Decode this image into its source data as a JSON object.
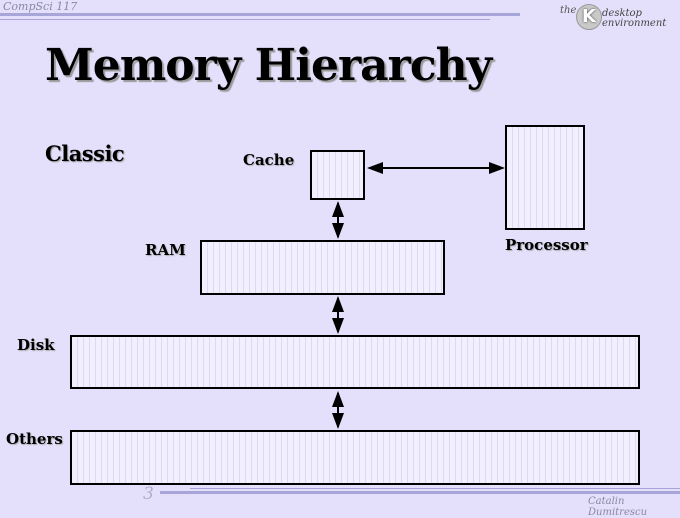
{
  "header": {
    "course": "CompSci 117",
    "logo": {
      "prefix": "the",
      "letter": "K",
      "line1": "desktop",
      "line2": "environment"
    }
  },
  "slide": {
    "title": "Memory Hierarchy",
    "subtitle": "Classic"
  },
  "diagram": {
    "nodes": {
      "cache": "Cache",
      "processor": "Processor",
      "ram": "RAM",
      "disk": "Disk",
      "others": "Others"
    },
    "connections": [
      {
        "from": "cache",
        "to": "processor",
        "type": "bidirectional"
      },
      {
        "from": "cache",
        "to": "ram",
        "type": "bidirectional"
      },
      {
        "from": "ram",
        "to": "disk",
        "type": "bidirectional"
      },
      {
        "from": "disk",
        "to": "others",
        "type": "bidirectional"
      }
    ]
  },
  "footer": {
    "page_number": "3",
    "author": "Catalin Dumitrescu"
  }
}
